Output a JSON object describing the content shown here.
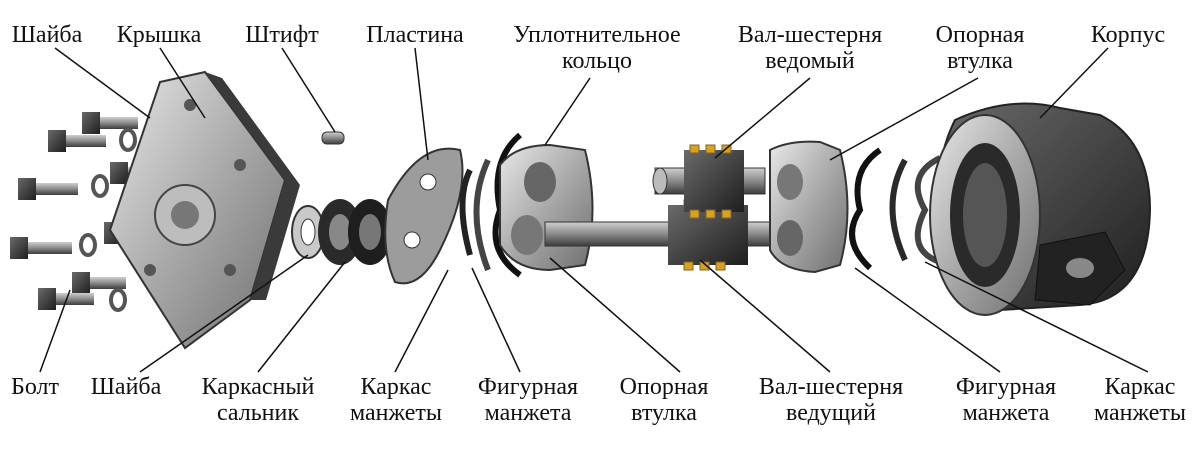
{
  "labels_top": [
    {
      "id": "washer-top",
      "lines": [
        "Шайба"
      ]
    },
    {
      "id": "cover",
      "lines": [
        "Крышка"
      ]
    },
    {
      "id": "pin",
      "lines": [
        "Штифт"
      ]
    },
    {
      "id": "plate",
      "lines": [
        "Пластина"
      ]
    },
    {
      "id": "seal-ring",
      "lines": [
        "Уплотнительное",
        "кольцо"
      ]
    },
    {
      "id": "driven-gear-shaft",
      "lines": [
        "Вал-шестерня",
        "ведомый"
      ]
    },
    {
      "id": "support-sleeve-top",
      "lines": [
        "Опорная",
        "втулка"
      ]
    },
    {
      "id": "housing",
      "lines": [
        "Корпус"
      ]
    }
  ],
  "labels_bottom": [
    {
      "id": "bolt",
      "lines": [
        "Болт"
      ]
    },
    {
      "id": "washer-bottom",
      "lines": [
        "Шайба"
      ]
    },
    {
      "id": "frame-oil-seal",
      "lines": [
        "Каркасный",
        "сальник"
      ]
    },
    {
      "id": "cuff-frame-left",
      "lines": [
        "Каркас",
        "манжеты"
      ]
    },
    {
      "id": "shaped-cuff-left",
      "lines": [
        "Фигурная",
        "манжета"
      ]
    },
    {
      "id": "support-sleeve-bottom",
      "lines": [
        "Опорная",
        "втулка"
      ]
    },
    {
      "id": "drive-gear-shaft",
      "lines": [
        "Вал-шестерня",
        "ведущий"
      ]
    },
    {
      "id": "shaped-cuff-right",
      "lines": [
        "Фигурная",
        "манжета"
      ]
    },
    {
      "id": "cuff-frame-right",
      "lines": [
        "Каркас",
        "манжеты"
      ]
    }
  ]
}
